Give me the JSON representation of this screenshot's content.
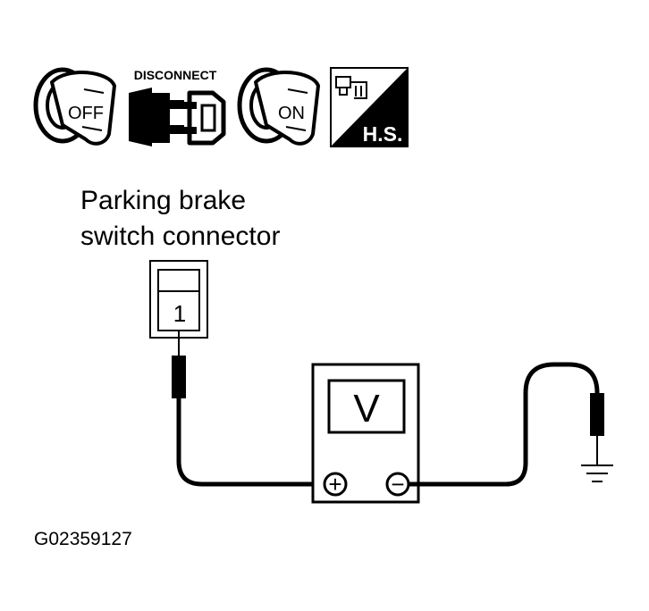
{
  "icons": {
    "ignition_off": {
      "icon": "ignition-key-off-icon",
      "label": "OFF"
    },
    "disconnect": {
      "icon": "connector-disconnect-icon",
      "label": "DISCONNECT"
    },
    "ignition_on": {
      "icon": "ignition-key-on-icon",
      "label": "ON"
    },
    "harness_side": {
      "icon": "harness-side-connector-icon",
      "label": "H.S."
    }
  },
  "connector": {
    "caption_line_1": "Parking brake",
    "caption_line_2": "switch connector",
    "terminal": "1"
  },
  "voltmeter": {
    "display": "V",
    "positive_terminal": "+",
    "negative_terminal": "−"
  },
  "ground": {
    "icon": "ground-symbol-icon"
  },
  "figure_id": "G02359127",
  "colors": {
    "line": "#000000",
    "background": "#ffffff"
  }
}
